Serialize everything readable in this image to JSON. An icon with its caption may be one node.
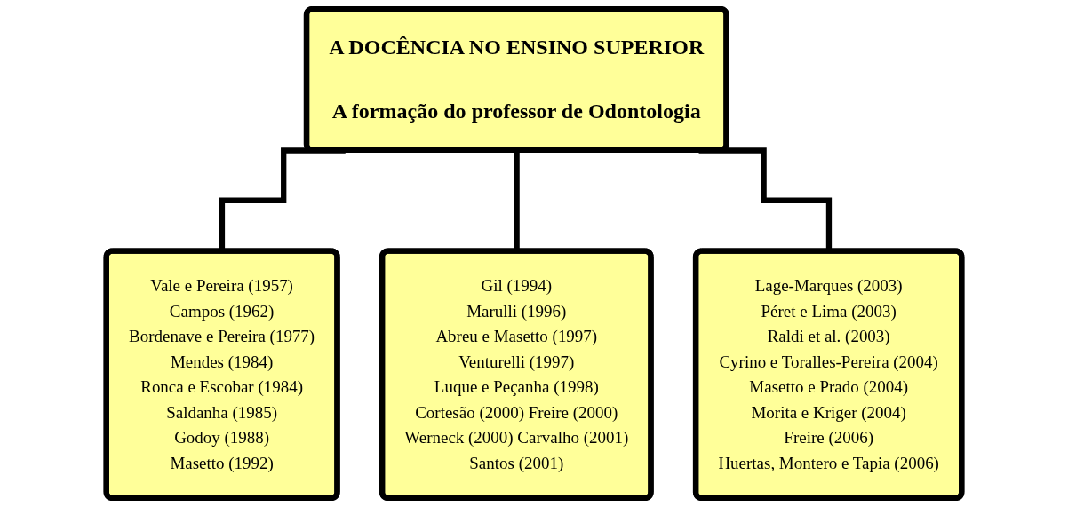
{
  "diagram": {
    "nodes": [
      {
        "text": [
          "A DOCÊNCIA NO ENSINO SUPERIOR",
          "A formação do professor de Odontologia"
        ]
      },
      {
        "text": [
          "Vale e Pereira (1957)",
          "Campos (1962)",
          "Bordenave e Pereira (1977)",
          "Mendes (1984)",
          "Ronca e Escobar (1984)",
          "Saldanha (1985)",
          "Godoy (1988)",
          "Masetto (1992)"
        ]
      },
      {
        "text": [
          "Gil (1994)",
          "Marulli (1996)",
          "Abreu e Masetto (1997)",
          "Venturelli (1997)",
          "Luque e Peçanha (1998)",
          "Cortesão (2000) Freire (2000)",
          "Werneck (2000) Carvalho (2001)",
          "Santos (2001)"
        ]
      },
      {
        "text": [
          "Lage-Marques (2003)",
          "Péret e Lima (2003)",
          "Raldi et al. (2003)",
          "Cyrino e Toralles-Pereira (2004)",
          "Masetto e Prado (2004)",
          "Morita e Kriger (2004)",
          "Freire (2006)",
          "Huertas, Montero e Tapia (2006)"
        ]
      }
    ],
    "edges": [
      {
        "from": 0,
        "to": 1,
        "arrow": "none"
      },
      {
        "from": 0,
        "to": 2,
        "arrow": "none"
      },
      {
        "from": 0,
        "to": 3,
        "arrow": "none"
      }
    ]
  }
}
